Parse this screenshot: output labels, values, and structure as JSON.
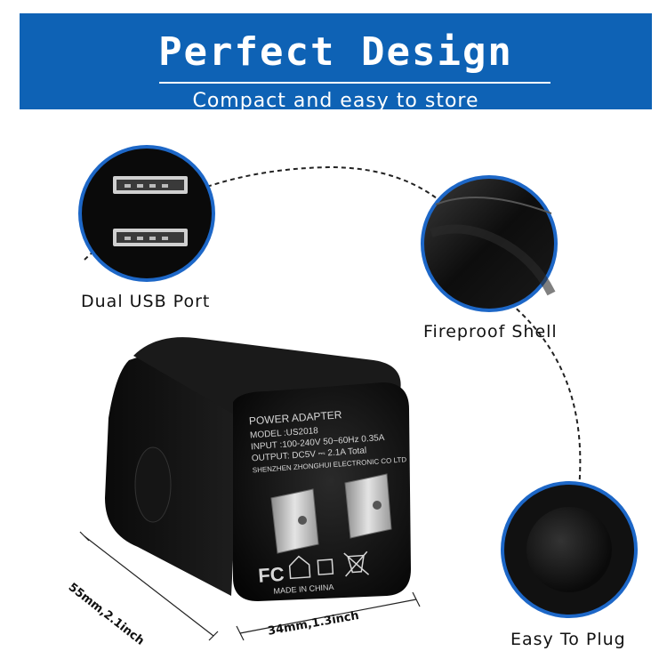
{
  "banner": {
    "title": "Perfect Design",
    "subtitle": "Compact and easy to store",
    "background_color": "#0e62b5"
  },
  "callouts": {
    "dual_usb": "Dual USB Port",
    "fireproof": "Fireproof Shell",
    "easy_plug": "Easy To Plug",
    "ring_color": "#1d67c7"
  },
  "dimensions": {
    "length": "55mm,2.1inch",
    "width": "34mm,1.3inch"
  },
  "adapter_print": {
    "line1": "POWER ADAPTER",
    "line2": "MODEL :US2018",
    "line3": "INPUT :100-240V  50~60Hz 0.35A",
    "line4": "OUTPUT: DC5V ⎓ 2.1A Total",
    "line5": "SHENZHEN ZHONGHUI ELECTRONIC CO LTD",
    "fc_mark": "FC",
    "made_in": "MADE IN CHINA"
  },
  "icons": [
    "usb-port-icon",
    "fc-mark-icon",
    "house-icon",
    "weee-bin-icon"
  ]
}
